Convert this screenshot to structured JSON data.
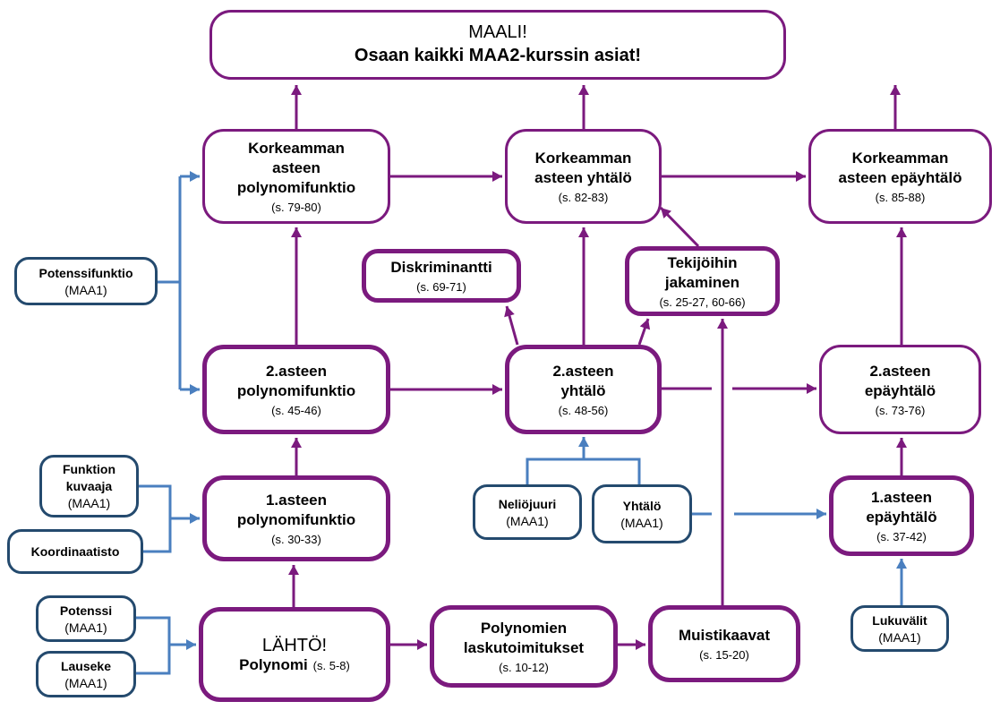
{
  "colors": {
    "purple": "#7b1a7e",
    "blue": "#4a7fbf",
    "blue_border": "#244a6e"
  },
  "goal": {
    "line1": "MAALI!",
    "line2": "Osaan kaikki MAA2-kurssin asiat!"
  },
  "start": {
    "line1": "LÄHTÖ!",
    "title": "Polynomi",
    "pages": "(s. 5-8)"
  },
  "nodes": {
    "kork_funktio": {
      "title": "Korkeamman\nasteen\npolynomifunktio",
      "pages": "(s. 79-80)"
    },
    "kork_yhtalo": {
      "title": "Korkeamman\nasteen yhtälö",
      "pages": "(s. 82-83)"
    },
    "kork_epayhtalo": {
      "title": "Korkeamman\nasteen epäyhtälö",
      "pages": "(s. 85-88)"
    },
    "diskriminantti": {
      "title": "Diskriminantti",
      "pages": "(s. 69-71)"
    },
    "tekijoihin": {
      "title": "Tekijöihin\njakaminen",
      "pages": "(s. 25-27, 60-66)"
    },
    "toinen_funktio": {
      "title": "2.asteen\npolynomifunktio",
      "pages": "(s. 45-46)"
    },
    "toinen_yhtalo": {
      "title": "2.asteen\nyhtälö",
      "pages": "(s. 48-56)"
    },
    "toinen_epayhtalo": {
      "title": "2.asteen\nepäyhtälö",
      "pages": "(s. 73-76)"
    },
    "eka_funktio": {
      "title": "1.asteen\npolynomifunktio",
      "pages": "(s. 30-33)"
    },
    "eka_epayhtalo": {
      "title": "1.asteen\nepäyhtälö",
      "pages": "(s. 37-42)"
    },
    "laskutoimitukset": {
      "title": "Polynomien\nlaskutoimitukset",
      "pages": "(s. 10-12)"
    },
    "muistikaavat": {
      "title": "Muistikaavat",
      "pages": "(s. 15-20)"
    }
  },
  "prereqs": {
    "potenssifunktio": {
      "title": "Potenssifunktio",
      "note": "(MAA1)"
    },
    "funktion_kuvaaja": {
      "title": "Funktion\nkuvaaja",
      "note": "(MAA1)"
    },
    "koordinaatisto": {
      "title": "Koordinaatisto",
      "note": ""
    },
    "potenssi": {
      "title": "Potenssi",
      "note": "(MAA1)"
    },
    "lauseke": {
      "title": "Lauseke",
      "note": "(MAA1)"
    },
    "neliojuuri": {
      "title": "Neliöjuuri",
      "note": "(MAA1)"
    },
    "yhtalo": {
      "title": "Yhtälö",
      "note": "(MAA1)"
    },
    "lukuvalit": {
      "title": "Lukuvälit",
      "note": "(MAA1)"
    }
  }
}
